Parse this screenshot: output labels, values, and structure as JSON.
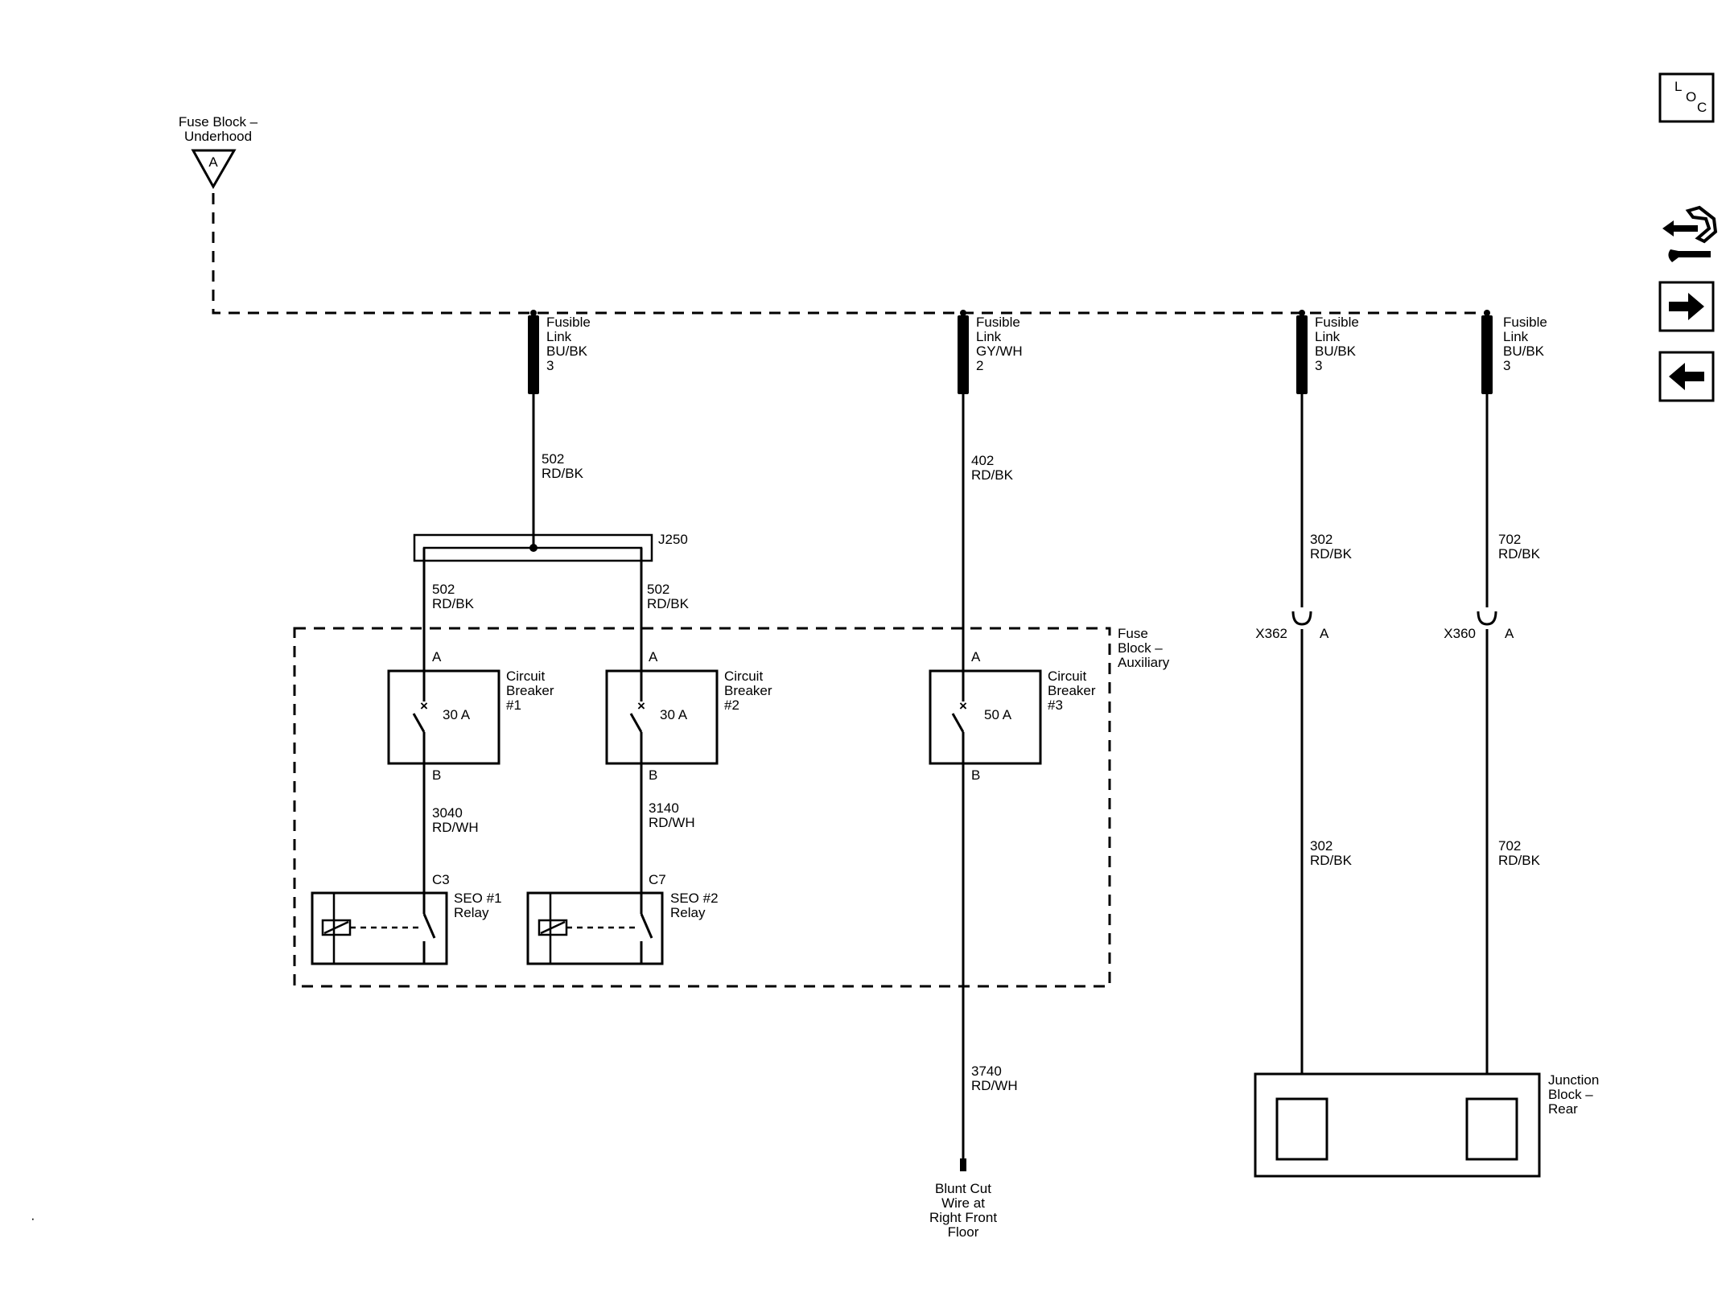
{
  "source": {
    "label": [
      "Fuse Block –",
      "Underhood"
    ],
    "terminal": "A"
  },
  "fusible_links": [
    {
      "lines": [
        "Fusible",
        "Link",
        "BU/BK",
        "3"
      ]
    },
    {
      "lines": [
        "Fusible",
        "Link",
        "GY/WH",
        "2"
      ]
    },
    {
      "lines": [
        "Fusible",
        "Link",
        "BU/BK",
        "3"
      ]
    },
    {
      "lines": [
        "Fusible",
        "Link",
        "BU/BK",
        "3"
      ]
    }
  ],
  "wires": {
    "w502_top": [
      "502",
      "RD/BK"
    ],
    "w402": [
      "402",
      "RD/BK"
    ],
    "w302_top": [
      "302",
      "RD/BK"
    ],
    "w702_top": [
      "702",
      "RD/BK"
    ],
    "w502_left": [
      "502",
      "RD/BK"
    ],
    "w502_right": [
      "502",
      "RD/BK"
    ],
    "w3040": [
      "3040",
      "RD/WH"
    ],
    "w3140": [
      "3140",
      "RD/WH"
    ],
    "w302_bottom": [
      "302",
      "RD/BK"
    ],
    "w702_bottom": [
      "702",
      "RD/BK"
    ],
    "w3740": [
      "3740",
      "RD/WH"
    ]
  },
  "splice": {
    "label": "J250"
  },
  "fuse_block_aux": {
    "label": [
      "Fuse",
      "Block –",
      "Auxiliary"
    ]
  },
  "circuit_breakers": [
    {
      "label": [
        "Circuit",
        "Breaker",
        "#1"
      ],
      "rating": "30 A",
      "pin_in": "A",
      "pin_out": "B"
    },
    {
      "label": [
        "Circuit",
        "Breaker",
        "#2"
      ],
      "rating": "30 A",
      "pin_in": "A",
      "pin_out": "B"
    },
    {
      "label": [
        "Circuit",
        "Breaker",
        "#3"
      ],
      "rating": "50 A",
      "pin_in": "A",
      "pin_out": "B"
    }
  ],
  "relays": [
    {
      "label": [
        "SEO #1",
        "Relay"
      ],
      "connector": "C3"
    },
    {
      "label": [
        "SEO #2",
        "Relay"
      ],
      "connector": "C7"
    }
  ],
  "inline_connectors": [
    {
      "id": "X362",
      "pin": "A"
    },
    {
      "id": "X360",
      "pin": "A"
    }
  ],
  "blunt_cut": {
    "label": [
      "Blunt Cut",
      "Wire at",
      "Right Front",
      "Floor"
    ]
  },
  "junction_block": {
    "label": [
      "Junction",
      "Block –",
      "Rear"
    ]
  },
  "sidebar": {
    "loc": {
      "l": "L",
      "o": "O",
      "c": "C"
    },
    "icons": [
      "component-locator-icon",
      "connector-views-icon",
      "next-page-icon",
      "previous-page-icon"
    ]
  },
  "footnote": "·"
}
